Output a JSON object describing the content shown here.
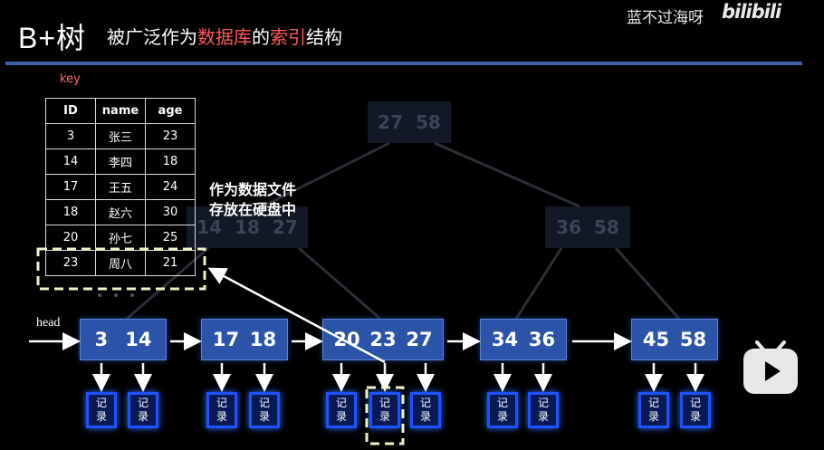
{
  "title": {
    "main": "B+树",
    "sub_prefix": "被广泛作为",
    "sub_hl1": "数据库",
    "sub_mid": "的",
    "sub_hl2": "索引",
    "sub_suffix": "结构"
  },
  "watermark": {
    "text": "蓝不过海呀",
    "logo": "bilibili"
  },
  "table": {
    "key_label": "key",
    "headers": [
      "ID",
      "name",
      "age"
    ],
    "rows": [
      [
        "3",
        "张三",
        "23"
      ],
      [
        "14",
        "李四",
        "18"
      ],
      [
        "17",
        "王五",
        "24"
      ],
      [
        "18",
        "赵六",
        "30"
      ],
      [
        "20",
        "孙七",
        "25"
      ],
      [
        "23",
        "周八",
        "21"
      ]
    ]
  },
  "note": {
    "line1": "作为数据文件",
    "line2": "存放在硬盘中"
  },
  "ghost_nodes": {
    "root": [
      "27",
      "58"
    ],
    "left": [
      "14",
      "18",
      "27"
    ],
    "right": [
      "36",
      "58"
    ]
  },
  "head_label": "head",
  "leaves": [
    {
      "keys": [
        "3",
        "14"
      ]
    },
    {
      "keys": [
        "17",
        "18"
      ]
    },
    {
      "keys": [
        "20",
        "23",
        "27"
      ]
    },
    {
      "keys": [
        "34",
        "36"
      ]
    },
    {
      "keys": [
        "45",
        "58"
      ]
    }
  ],
  "record_label": "记录",
  "colors": {
    "leaf_fill": "#2b54a8",
    "record_border": "#1f52ff",
    "highlight_text": "#ff5a5a",
    "rule": "#3d5fa8"
  }
}
